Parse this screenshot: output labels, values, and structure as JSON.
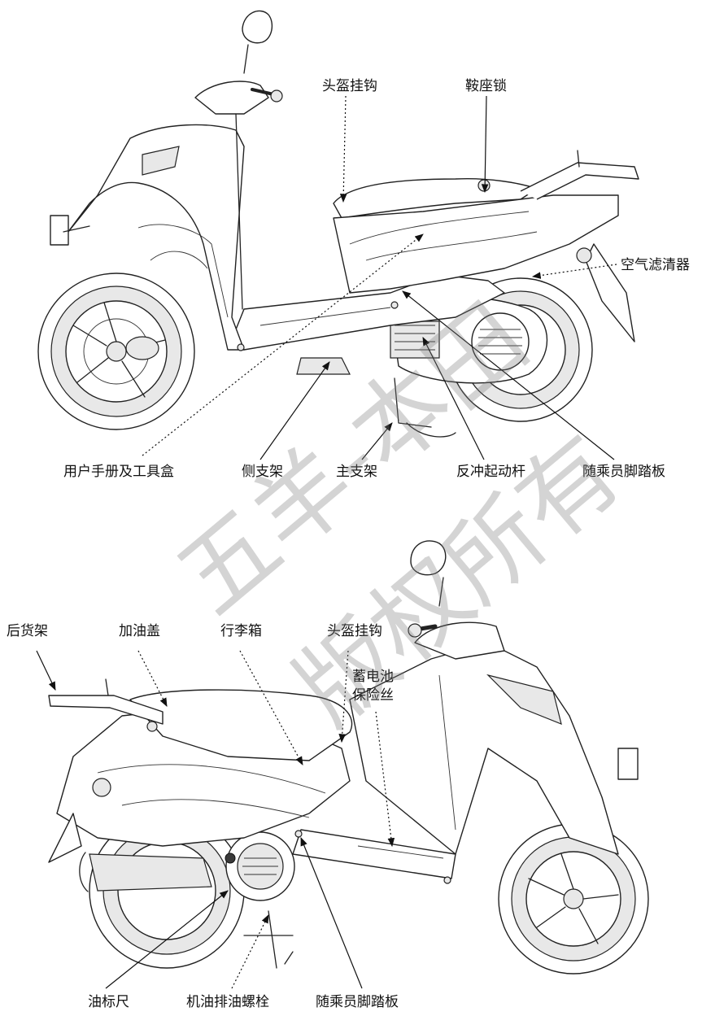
{
  "top_view": {
    "labels": {
      "helmet_hook": "头盔挂钩",
      "seat_lock": "鞍座锁",
      "air_cleaner": "空气滤清器",
      "manual_toolbox": "用户手册及工具盒",
      "side_stand": "侧支架",
      "main_stand": "主支架",
      "kick_starter": "反冲起动杆",
      "passenger_footrest": "随乘员脚踏板"
    }
  },
  "bottom_view": {
    "labels": {
      "rear_carrier": "后货架",
      "fuel_cap": "加油盖",
      "luggage_box": "行李箱",
      "helmet_hook": "头盔挂钩",
      "battery_fuse_line1": "蓄电池",
      "battery_fuse_line2": "保险丝",
      "oil_dipstick": "油标尺",
      "oil_drain_bolt": "机油排油螺栓",
      "passenger_footrest": "随乘员脚踏板"
    }
  },
  "watermark": {
    "line1": "五羊-本田",
    "line2": "版权所有"
  }
}
